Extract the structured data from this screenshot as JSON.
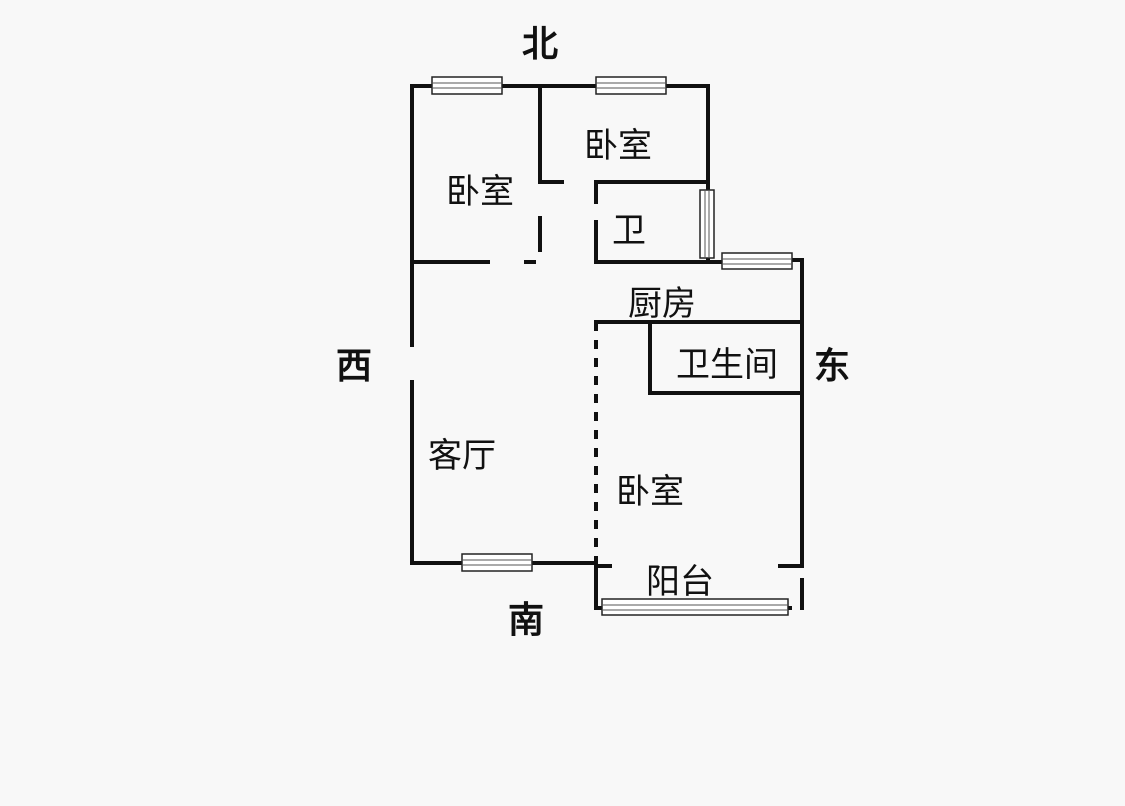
{
  "compass": {
    "north": "北",
    "south": "南",
    "west": "西",
    "east": "东"
  },
  "rooms": {
    "bedroom_nw": "卧室",
    "bedroom_north": "卧室",
    "bathroom_small": "卫",
    "kitchen": "厨房",
    "bathroom": "卫生间",
    "living_room": "客厅",
    "bedroom_south": "卧室",
    "balcony": "阳台"
  },
  "colors": {
    "wall": "#111111",
    "window_frame": "#ffffff",
    "background": "#f8f8f8"
  }
}
